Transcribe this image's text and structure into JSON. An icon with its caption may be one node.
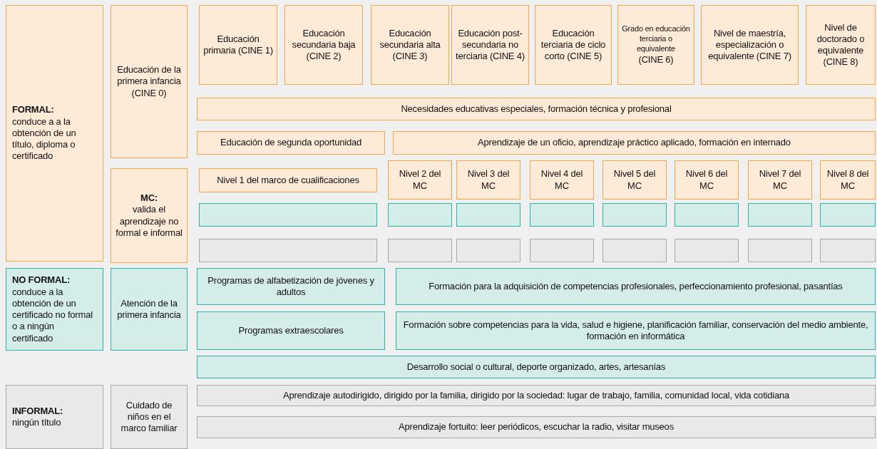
{
  "diagram": {
    "nodes": [
      {
        "text": [
          "**FORMAL:** conduce a a la obtención de un título, diploma o certificado"
        ]
      },
      {
        "text": [
          "Educación de la primera infancia (CINE 0)"
        ]
      },
      {
        "text": [
          "Educación primaria (CINE 1)"
        ]
      },
      {
        "text": [
          "Educación secundaria baja (CINE 2)"
        ]
      },
      {
        "text": [
          "Educación secundaria alta (CINE 3)"
        ]
      },
      {
        "text": [
          "Educación post-secundaria no terciaria (CINE 4)"
        ]
      },
      {
        "text": [
          "Educación terciaria de ciclo corto (CINE 5)"
        ]
      },
      {
        "text": [
          "Grado en educación terciaria o equivalente",
          "(CINE 6)"
        ]
      },
      {
        "text": [
          "Nivel de maestría, especialización o equivalente (CINE 7)"
        ]
      },
      {
        "text": [
          "Nivel de doctorado o equivalente (CINE 8)"
        ]
      },
      {
        "text": [
          "Necesidades educativas especiales, formación técnica y profesional"
        ]
      },
      {
        "text": [
          "Educación de segunda oportunidad"
        ]
      },
      {
        "text": [
          "Aprendizaje de un oficio, aprendizaje práctico aplicado, formación en internado"
        ]
      },
      {
        "text": [
          "**MC:** valida el aprendizaje no formal e informal"
        ]
      },
      {
        "text": [
          "Nivel 1 del marco de cualificaciones"
        ]
      },
      {
        "text": [
          "Nivel 2 del MC"
        ]
      },
      {
        "text": [
          "Nivel 3 del MC"
        ]
      },
      {
        "text": [
          "Nivel 4 del MC"
        ]
      },
      {
        "text": [
          "Nivel 5 del MC"
        ]
      },
      {
        "text": [
          "Nivel 6 del MC"
        ]
      },
      {
        "text": [
          "Nivel 7 del MC"
        ]
      },
      {
        "text": [
          "Nivel 8 del MC"
        ]
      },
      {
        "text": [],
        "shape": "box"
      },
      {
        "text": [],
        "shape": "box"
      },
      {
        "text": [],
        "shape": "box"
      },
      {
        "text": [],
        "shape": "box"
      },
      {
        "text": [],
        "shape": "box"
      },
      {
        "text": [],
        "shape": "box"
      },
      {
        "text": [],
        "shape": "box"
      },
      {
        "text": [],
        "shape": "box"
      },
      {
        "text": [],
        "shape": "box"
      },
      {
        "text": [],
        "shape": "box"
      },
      {
        "text": [],
        "shape": "box"
      },
      {
        "text": [],
        "shape": "box"
      },
      {
        "text": [],
        "shape": "box"
      },
      {
        "text": [],
        "shape": "box"
      },
      {
        "text": [],
        "shape": "box"
      },
      {
        "text": [],
        "shape": "box"
      },
      {
        "text": [
          "**NO FORMAL:** conduce a la obtención de un certificado no formal o a ningún certificado"
        ]
      },
      {
        "text": [
          "Atención de la primera infancia"
        ]
      },
      {
        "text": [
          "Programas de alfabetización de jóvenes y adultos"
        ]
      },
      {
        "text": [
          "Formación para la adquisición de competencias profesionales, perfeccionamiento profesional, pasantías"
        ]
      },
      {
        "text": [
          "Programas extraescolares"
        ]
      },
      {
        "text": [
          "Formación sobre competencias para la vida, salud e higiene, planificación familiar, conservación del medio ambiente, formación en informática"
        ]
      },
      {
        "text": [
          "Desarrollo social o cultural, deporte organizado, artes, artesanías"
        ]
      },
      {
        "text": [
          "**INFORMAL:** ningún título"
        ]
      },
      {
        "text": [
          "Cuidado de niños en el marco familiar"
        ]
      },
      {
        "text": [
          "Aprendizaje autodirigido, dirigido por la familia, dirigido por la sociedad: lugar de trabajo, familia, comunidad local, vida cotidiana"
        ]
      },
      {
        "text": [
          "Aprendizaje fortuito: leer periódicos, escuchar la radio, visitar museos"
        ]
      }
    ],
    "edges": []
  }
}
